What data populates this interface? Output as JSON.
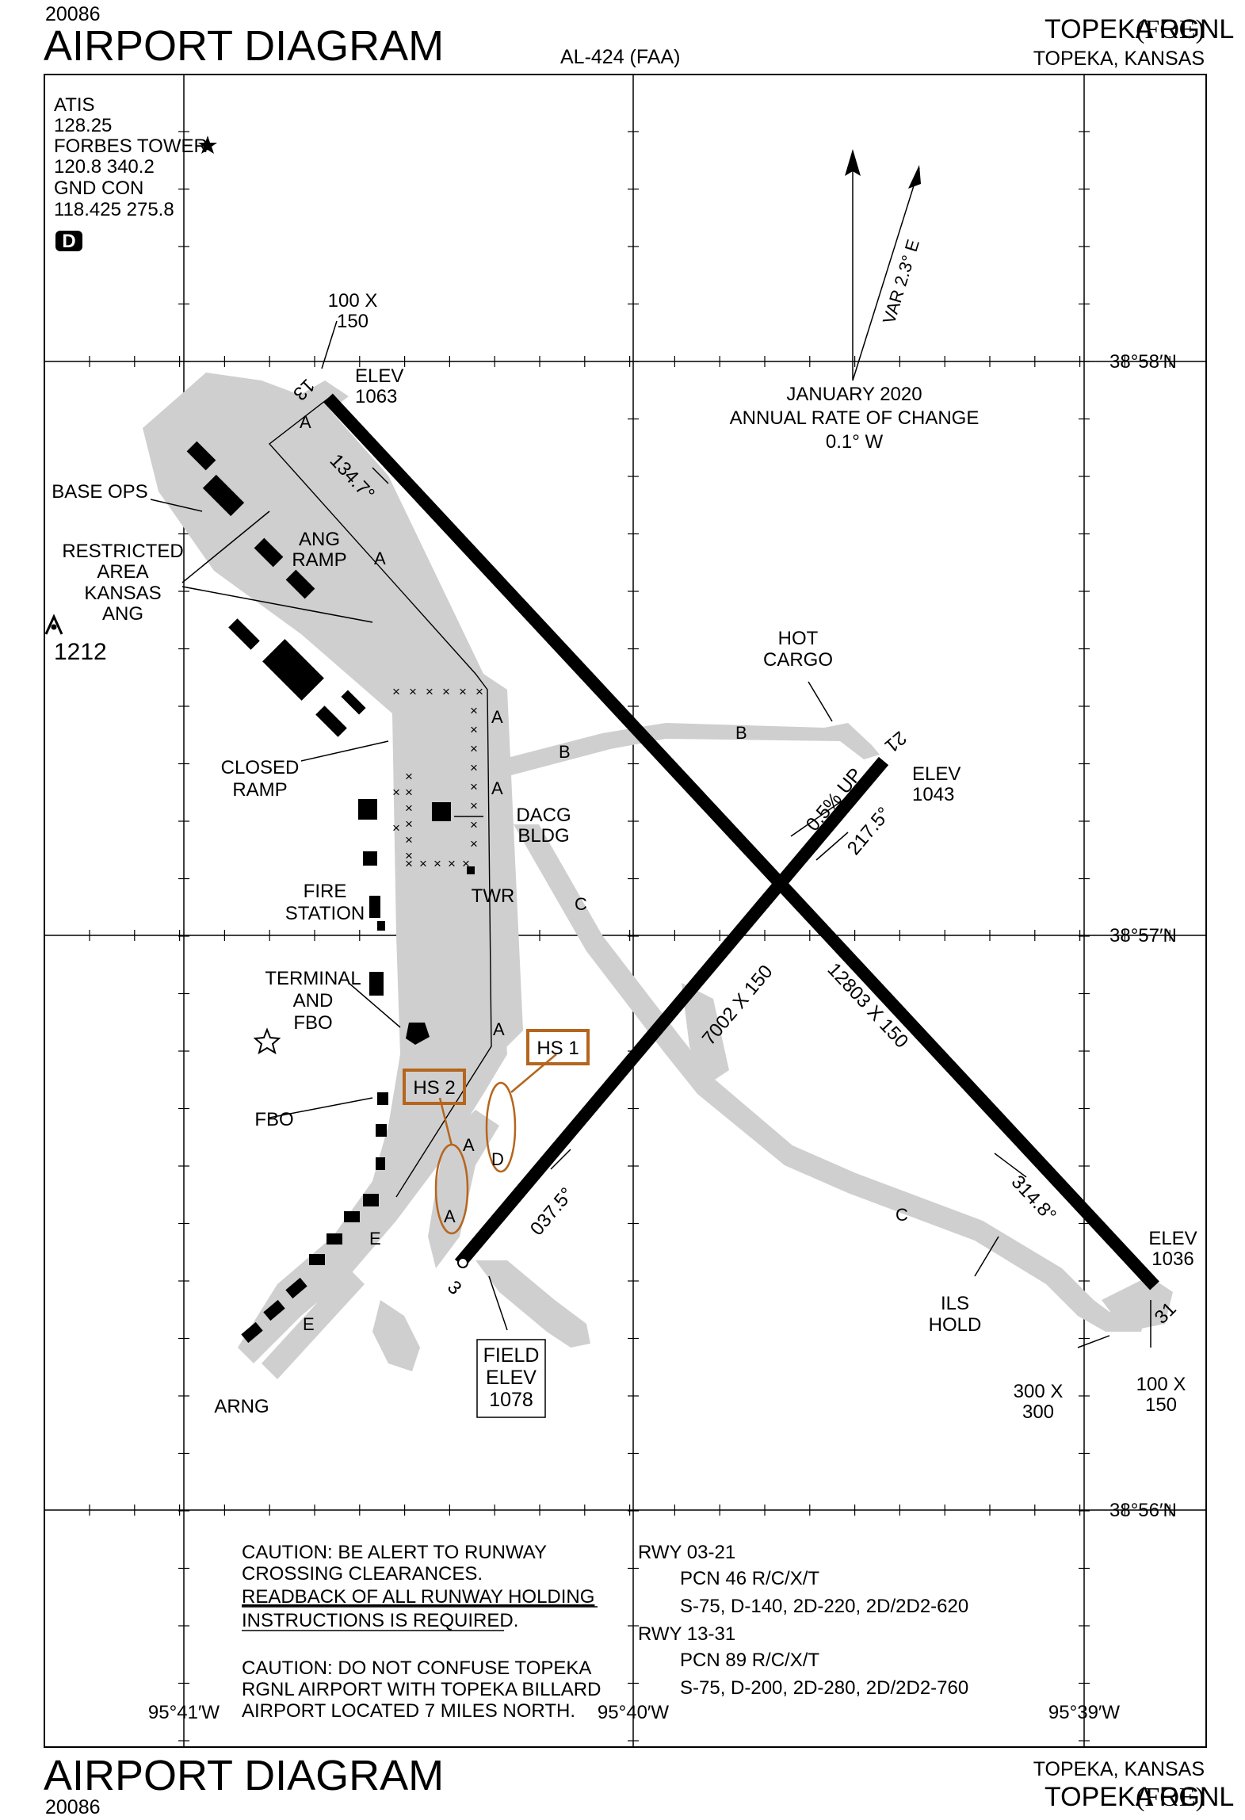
{
  "header": {
    "chart_number": "20086",
    "title": "AIRPORT DIAGRAM",
    "al_number": "AL-424 (FAA)",
    "airport": "TOPEKA RGNL",
    "airport_id": "(FOE)",
    "location": "TOPEKA, KANSAS"
  },
  "footer": {
    "title": "AIRPORT DIAGRAM",
    "chart_number": "20086",
    "location": "TOPEKA, KANSAS",
    "airport": "TOPEKA RGNL",
    "airport_id": "(FOE)"
  },
  "frequencies": {
    "atis_label": "ATIS",
    "atis_freq": "128.25",
    "tower_label": "FORBES TOWER",
    "tower_freq": "120.8  340.2",
    "gnd_label": "GND CON",
    "gnd_freq": "118.425  275.8",
    "badge": "D"
  },
  "magnetic": {
    "var": "VAR 2.3° E",
    "date": "JANUARY 2020",
    "rate_label": "ANNUAL RATE OF CHANGE",
    "rate": "0.1° W"
  },
  "coordinates": {
    "lat_top": "38°58′N",
    "lat_mid": "38°57′N",
    "lat_bot": "38°56′N",
    "lon_left": "95°41′W",
    "lon_mid": "95°40′W",
    "lon_right": "95°39′W"
  },
  "runways": {
    "rwy13_end": "13",
    "rwy31_end": "31",
    "rwy3_end": "3",
    "rwy21_end": "21",
    "rwy13_31_dims": "12803 X 150",
    "rwy3_21_dims": "7002 X 150",
    "hdg_134": "134.7°",
    "hdg_314": "314.8°",
    "hdg_037": "037.5°",
    "hdg_217": "217.5°",
    "slope": "0.5% UP"
  },
  "elevations": {
    "elev_label": "ELEV",
    "rwy13": "1063",
    "rwy31": "1036",
    "rwy21": "1043",
    "field_l1": "FIELD",
    "field_l2": "ELEV",
    "field": "1078",
    "obstacle": "1212"
  },
  "labels": {
    "rwy13_size_1": "100 X",
    "rwy13_size_2": "150",
    "rwy31_size_1": "100 X",
    "rwy31_size_2": "150",
    "pad_1": "300 X",
    "pad_2": "300",
    "base_ops": "BASE OPS",
    "restricted_1": "RESTRICTED",
    "restricted_2": "AREA",
    "restricted_3": "KANSAS",
    "restricted_4": "ANG",
    "ang_1": "ANG",
    "ang_2": "RAMP",
    "closed_1": "CLOSED",
    "closed_2": "RAMP",
    "dacg_1": "DACG",
    "dacg_2": "BLDG",
    "twr": "TWR",
    "fire_1": "FIRE",
    "fire_2": "STATION",
    "terminal_1": "TERMINAL",
    "terminal_2": "AND",
    "terminal_3": "FBO",
    "fbo": "FBO",
    "arng": "ARNG",
    "hot_1": "HOT",
    "hot_2": "CARGO",
    "ils_1": "ILS",
    "ils_2": "HOLD",
    "hs1": "HS 1",
    "hs2": "HS 2"
  },
  "taxiways": {
    "a": "A",
    "b": "B",
    "c": "C",
    "d": "D",
    "e": "E"
  },
  "notes": {
    "caution1_l1": "CAUTION:  BE ALERT TO RUNWAY",
    "caution1_l2": "CROSSING CLEARANCES.",
    "caution1_l3": "READBACK OF ALL RUNWAY HOLDING",
    "caution1_l4": "INSTRUCTIONS IS REQUIRED.",
    "caution2_l1": "CAUTION: DO NOT CONFUSE TOPEKA",
    "caution2_l2": "RGNL AIRPORT WITH TOPEKA BILLARD",
    "caution2_l3": "AIRPORT LOCATED 7 MILES NORTH."
  },
  "runway_data": {
    "rwy1_label": "RWY  03-21",
    "rwy1_pcn": "PCN 46 R/C/X/T",
    "rwy1_weights": "S-75, D-140, 2D-220, 2D/2D2-620",
    "rwy2_label": "RWY  13-31",
    "rwy2_pcn": "PCN 89 R/C/X/T",
    "rwy2_weights": "S-75, D-200, 2D-280, 2D/2D2-760"
  },
  "colors": {
    "pavement": "#cfcfcf",
    "runway": "#000000",
    "hot_spot": "#b5651d"
  }
}
